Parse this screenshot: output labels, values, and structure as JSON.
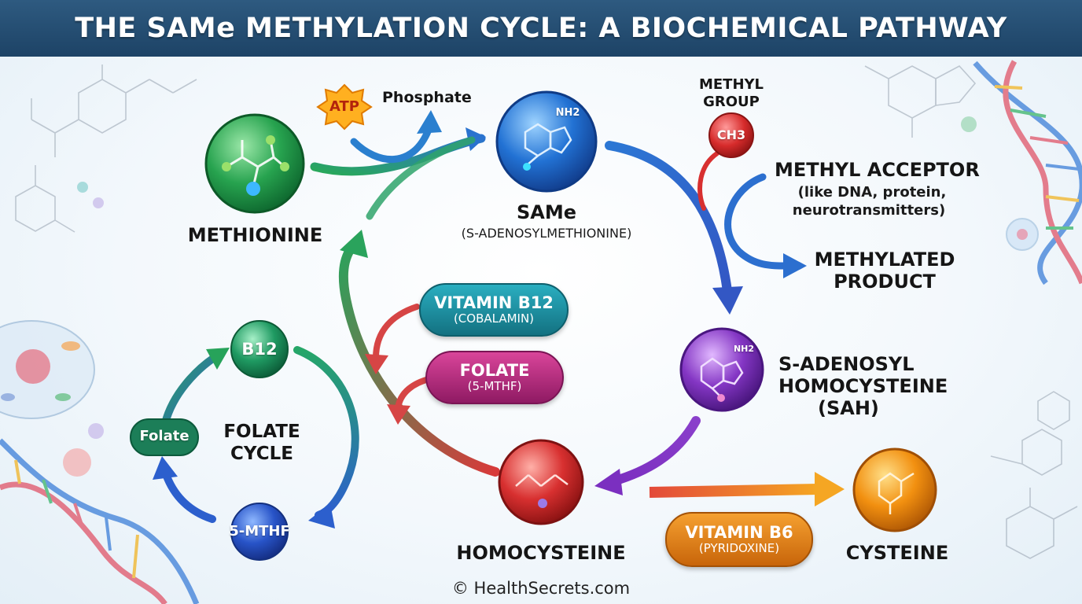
{
  "title": "THE SAMe METHYLATION CYCLE: A BIOCHEMICAL PATHWAY",
  "nodes": {
    "methionine": {
      "label": "METHIONINE"
    },
    "same": {
      "label": "SAMe",
      "sublabel": "(S-ADENOSYLMETHIONINE)",
      "icon_text": "NH2"
    },
    "sah": {
      "label_line1": "S-ADENOSYL",
      "label_line2": "HOMOCYSTEINE",
      "label_line3": "(SAH)",
      "icon_text": "NH2"
    },
    "homocysteine": {
      "label": "HOMOCYSTEINE"
    },
    "cysteine": {
      "label": "CYSTEINE"
    },
    "methyl_group": {
      "label_line1": "METHYL",
      "label_line2": "GROUP",
      "badge": "CH3"
    },
    "atp": {
      "badge": "ATP",
      "phosphate": "Phosphate"
    },
    "methyl_acceptor": {
      "label": "METHYL ACCEPTOR",
      "sublabel_line1": "(like DNA, protein,",
      "sublabel_line2": "neurotransmitters)"
    },
    "methylated_product": {
      "label_line1": "METHYLATED",
      "label_line2": "PRODUCT"
    }
  },
  "cofactors": {
    "b12": {
      "line1": "VITAMIN B12",
      "line2": "(COBALAMIN)"
    },
    "folate": {
      "line1": "FOLATE",
      "line2": "(5-MTHF)"
    },
    "b6": {
      "line1": "VITAMIN B6",
      "line2": "(PYRIDOXINE)"
    }
  },
  "folate_cycle": {
    "label_line1": "FOLATE",
    "label_line2": "CYCLE",
    "nodes": {
      "b12": "B12",
      "folate": "Folate",
      "mthf": "5-MTHF"
    }
  },
  "footer": "© HealthSecrets.com",
  "colors": {
    "title_bar": "#1d4366",
    "methionine": "#1e9a4a",
    "same": "#1b63c8",
    "sah": "#7a2fb5",
    "homocysteine": "#d42a2a",
    "cysteine": "#f08a10",
    "b12_pill": "#1a8a9a",
    "folate_pill": "#b3237a",
    "b6_pill": "#e07a10"
  }
}
